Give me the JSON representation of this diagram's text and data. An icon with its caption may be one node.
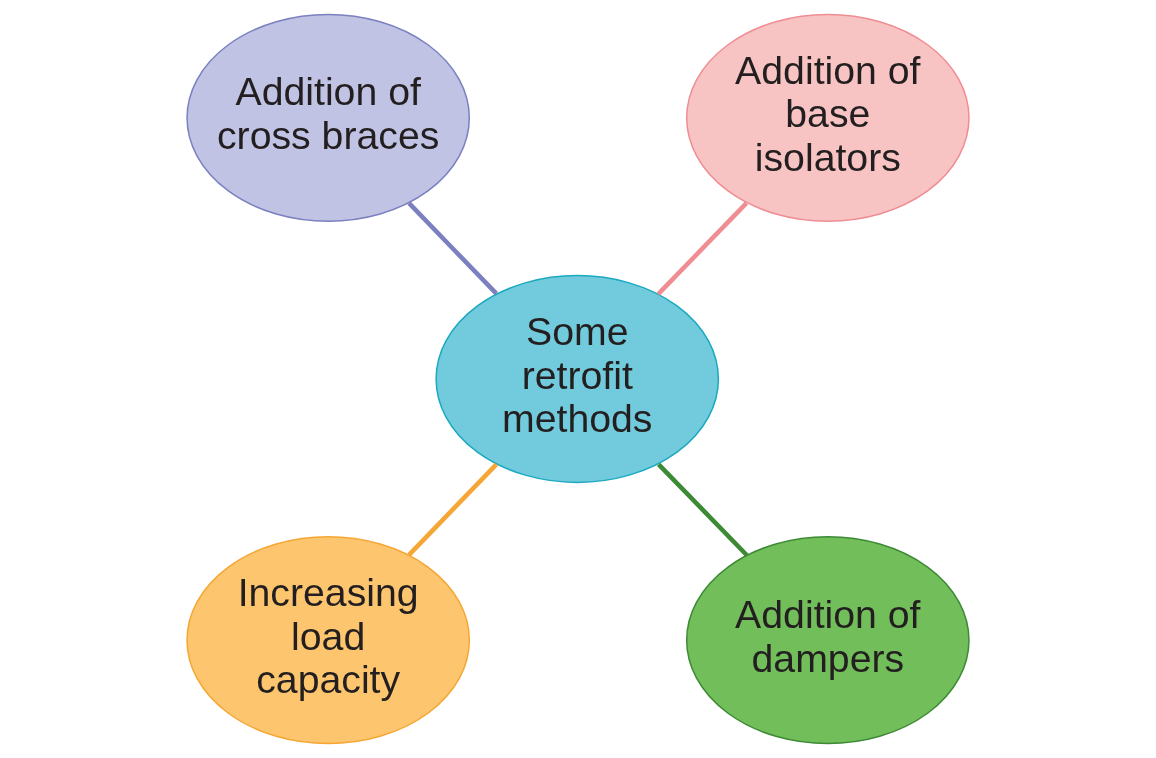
{
  "diagram": {
    "nodes": [
      {
        "text": [
          "Addition of cross braces"
        ]
      },
      {
        "text": [
          "Addition of base isolators"
        ]
      },
      {
        "text": [
          "Some retrofit methods"
        ]
      },
      {
        "text": [
          "Increasing load capacity"
        ]
      },
      {
        "text": [
          "Addition of dampers"
        ]
      }
    ],
    "edges": [
      {
        "from": 0,
        "to": 2,
        "arrow": "none",
        "color": "#7b80c0"
      },
      {
        "from": 1,
        "to": 2,
        "arrow": "none",
        "color": "#ef8d93"
      },
      {
        "from": 2,
        "to": 3,
        "arrow": "none",
        "color": "#f5a634"
      },
      {
        "from": 2,
        "to": 4,
        "arrow": "none",
        "color": "#3d8a35"
      }
    ]
  }
}
